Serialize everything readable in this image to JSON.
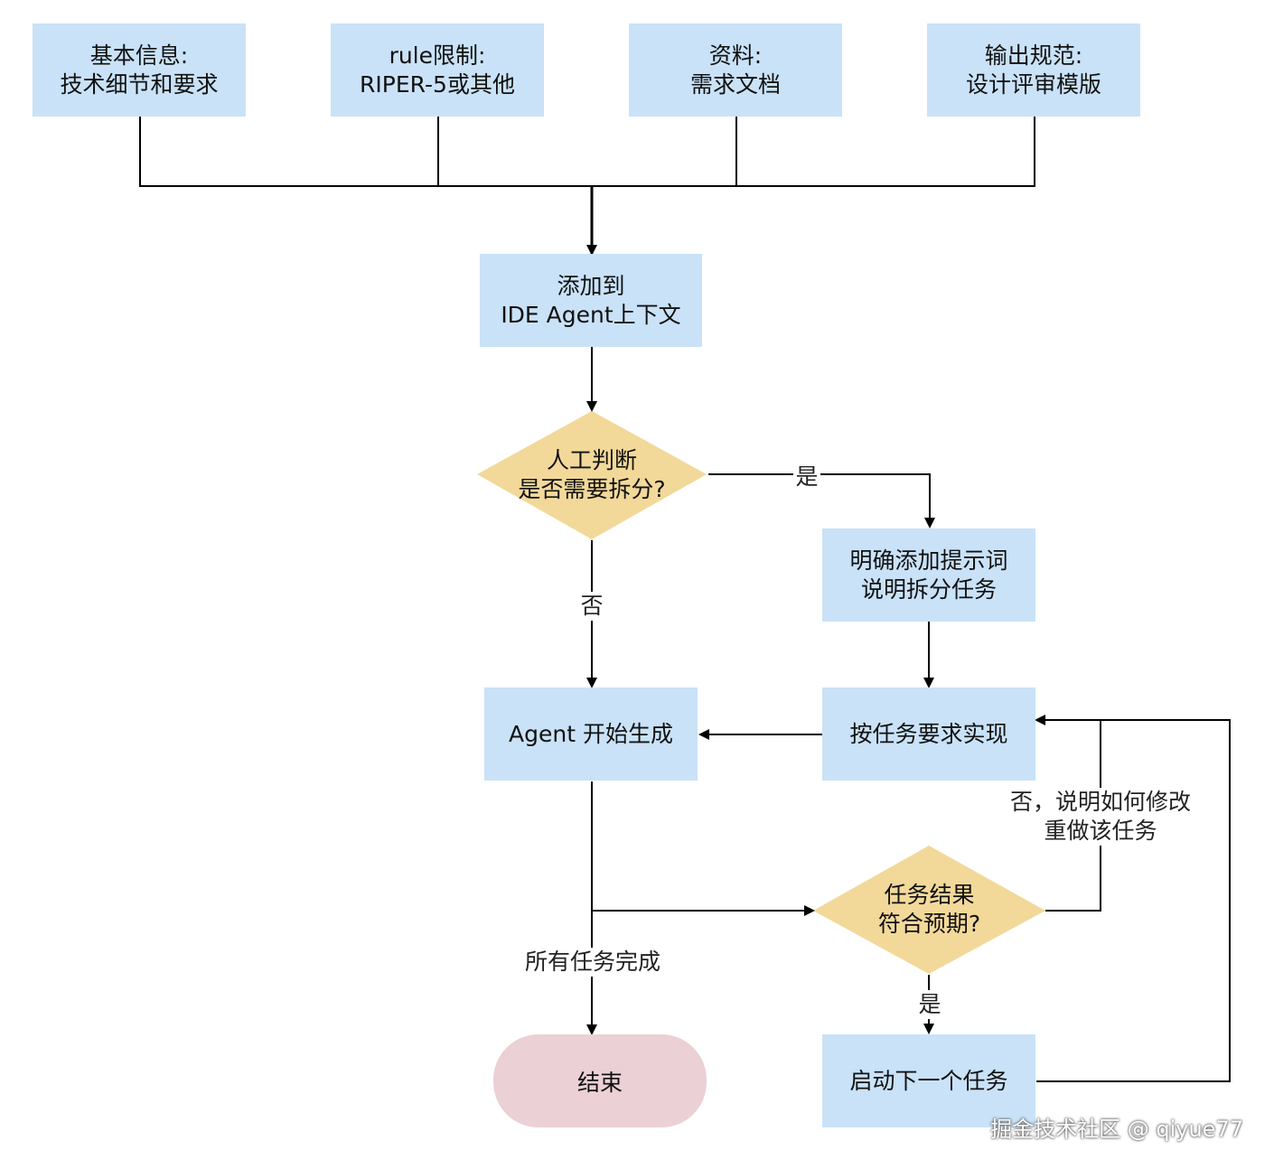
{
  "inputs": [
    {
      "line1": "基本信息:",
      "line2": "技术细节和要求"
    },
    {
      "line1": "rule限制:",
      "line2": "RIPER-5或其他"
    },
    {
      "line1": "资料:",
      "line2": "需求文档"
    },
    {
      "line1": "输出规范:",
      "line2": "设计评审模版"
    }
  ],
  "context_box": {
    "line1": "添加到",
    "line2": "IDE Agent上下文"
  },
  "decision_split": {
    "line1": "人工判断",
    "line2": "是否需要拆分?"
  },
  "split_prompt": {
    "line1": "明确添加提示词",
    "line2": "说明拆分任务"
  },
  "agent_generate": "Agent 开始生成",
  "implement_task": "按任务要求实现",
  "decision_result": {
    "line1": "任务结果",
    "line2": "符合预期?"
  },
  "next_task": "启动下一个任务",
  "end": "结束",
  "labels": {
    "yes_split": "是",
    "no_split": "否",
    "redo_line1": "否，说明如何修改",
    "redo_line2": "重做该任务",
    "yes_result": "是",
    "all_done": "所有任务完成"
  },
  "watermark": "掘金技术社区 @ qiyue77",
  "colors": {
    "process": "#c9e2f7",
    "decision": "#f2d99a",
    "terminal": "#ebd0d6",
    "line": "#000000"
  }
}
